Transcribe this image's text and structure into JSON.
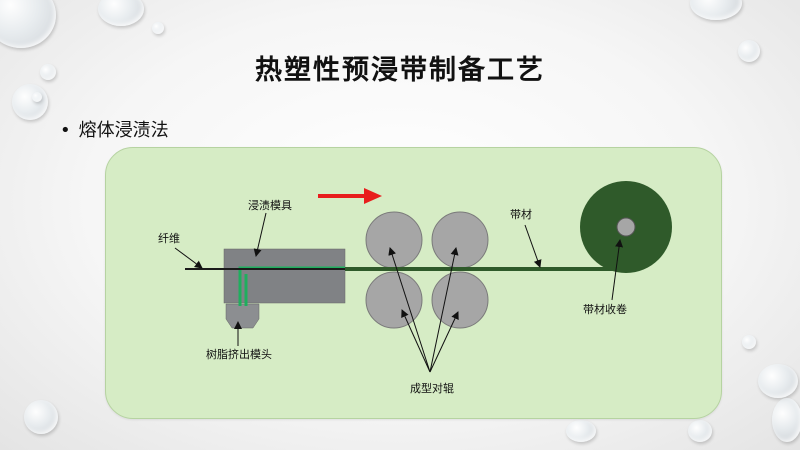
{
  "slide": {
    "title": "热塑性预浸带制备工艺",
    "bullet": "熔体浸渍法",
    "bullet_marker": "•"
  },
  "diagram": {
    "labels": {
      "fiber": "纤维",
      "impregnation_die": "浸渍模具",
      "resin_extrusion_die": "树脂挤出模头",
      "forming_rolls": "成型对辊",
      "tape": "带材",
      "tape_winding": "带材收卷"
    },
    "colors": {
      "panel_fill": "#d6ecc5",
      "die_fill": "#808285",
      "roll_fill": "#a6a6a6",
      "resin_flow": "#1fae5e",
      "tape_line": "#2f5a2a",
      "winder_fill": "#2f5a2a",
      "arrow": "#e81d1d"
    },
    "icons": {
      "flow_direction": "red-right-arrow"
    }
  }
}
